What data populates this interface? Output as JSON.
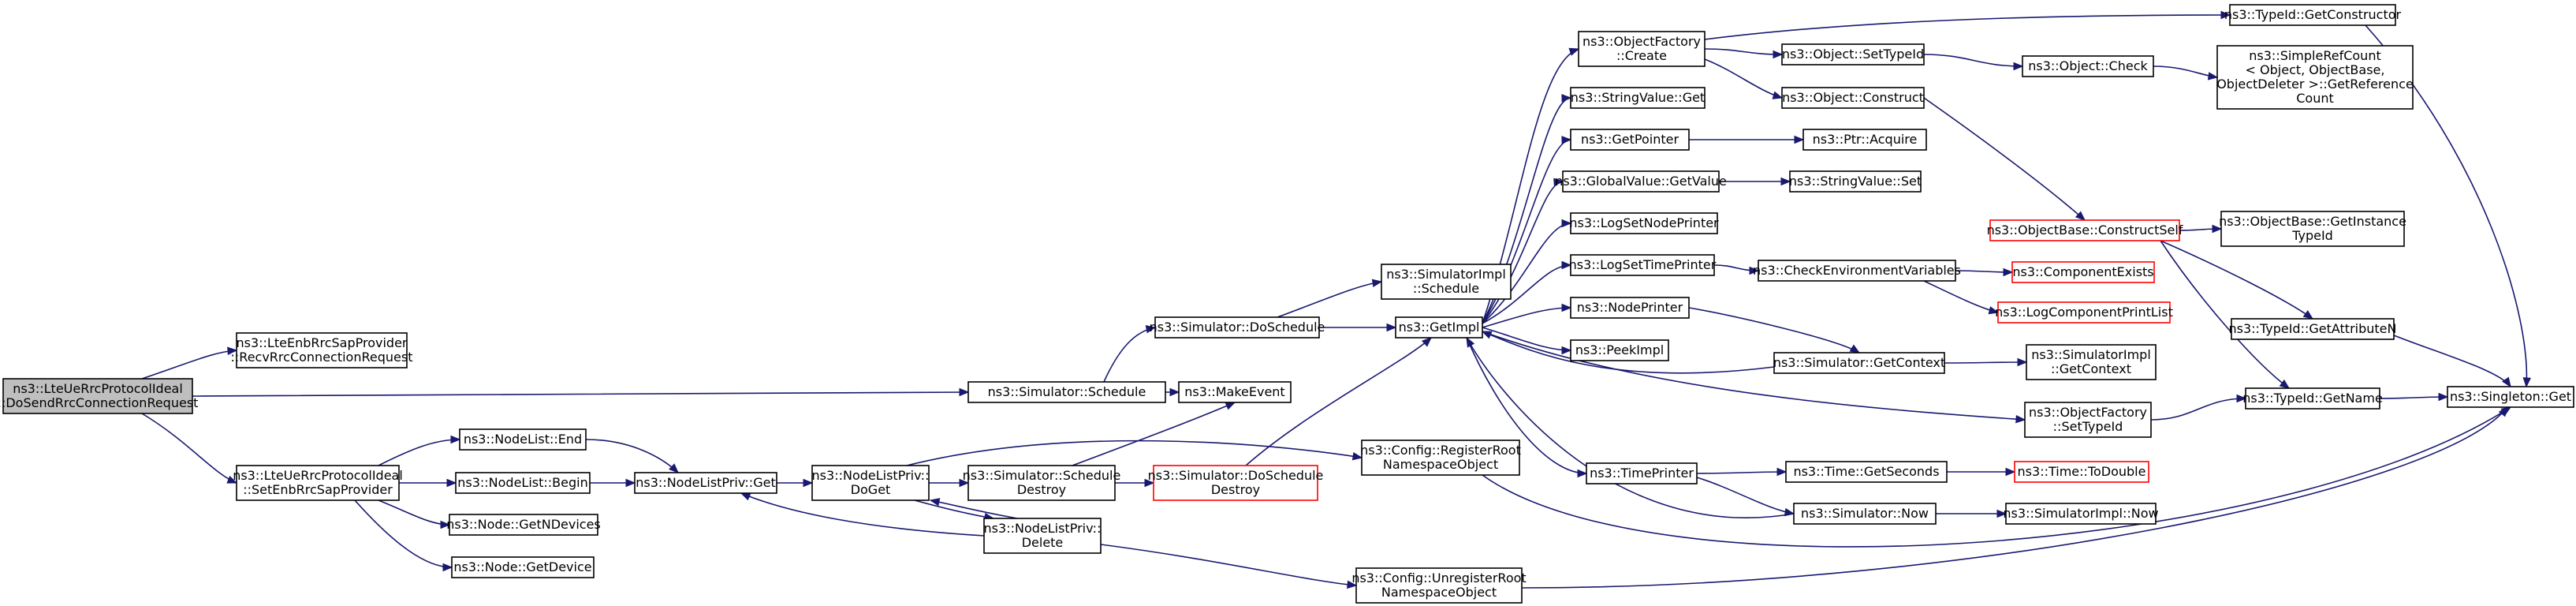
{
  "nodes": {
    "root": [
      "ns3::LteUeRrcProtocolIdeal",
      "::DoSendRrcConnectionRequest"
    ],
    "recvRrc": [
      "ns3::LteEnbRrcSapProvider",
      "::RecvRrcConnectionRequest"
    ],
    "setEnbRrc": [
      "ns3::LteUeRrcProtocolIdeal",
      "::SetEnbRrcSapProvider"
    ],
    "schedule": [
      "ns3::Simulator::Schedule"
    ],
    "makeEvent": [
      "ns3::MakeEvent"
    ],
    "doSchedule": [
      "ns3::Simulator::DoSchedule"
    ],
    "implSchedule": [
      "ns3::SimulatorImpl",
      "::Schedule"
    ],
    "getImpl": [
      "ns3::GetImpl"
    ],
    "nlEnd": [
      "ns3::NodeList::End"
    ],
    "nlBegin": [
      "ns3::NodeList::Begin"
    ],
    "nodeGetN": [
      "ns3::Node::GetNDevices"
    ],
    "nodeGetDev": [
      "ns3::Node::GetDevice"
    ],
    "nlpGet": [
      "ns3::NodeListPriv::Get"
    ],
    "nlpDoGet": [
      "ns3::NodeListPriv::",
      "DoGet"
    ],
    "schedDestroy": [
      "ns3::Simulator::Schedule",
      "Destroy"
    ],
    "doSchedDestroy": [
      "ns3::Simulator::DoSchedule",
      "Destroy"
    ],
    "nlpDelete": [
      "ns3::NodeListPriv::",
      "Delete"
    ],
    "regRoot": [
      "ns3::Config::RegisterRoot",
      "NamespaceObject"
    ],
    "unregRoot": [
      "ns3::Config::UnregisterRoot",
      "NamespaceObject"
    ],
    "ofCreate": [
      "ns3::ObjectFactory",
      "::Create"
    ],
    "strGet": [
      "ns3::StringValue::Get"
    ],
    "getPointer": [
      "ns3::GetPointer"
    ],
    "gvGet": [
      "ns3::GlobalValue::GetValue"
    ],
    "logNode": [
      "ns3::LogSetNodePrinter"
    ],
    "logTime": [
      "ns3::LogSetTimePrinter"
    ],
    "nodePrinter": [
      "ns3::NodePrinter"
    ],
    "peekImpl": [
      "ns3::PeekImpl"
    ],
    "timePrinter": [
      "ns3::TimePrinter"
    ],
    "setTypeId": [
      "ns3::Object::SetTypeId"
    ],
    "construct": [
      "ns3::Object::Construct"
    ],
    "ptrAcquire": [
      "ns3::Ptr::Acquire"
    ],
    "strSet": [
      "ns3::StringValue::Set"
    ],
    "checkEnv": [
      "ns3::CheckEnvironmentVariables"
    ],
    "simGetCtx": [
      "ns3::Simulator::GetContext"
    ],
    "ofSetTypeId": [
      "ns3::ObjectFactory",
      "::SetTypeId"
    ],
    "timeGetSec": [
      "ns3::Time::GetSeconds"
    ],
    "simNow": [
      "ns3::Simulator::Now"
    ],
    "getCtor": [
      "ns3::TypeId::GetConstructor"
    ],
    "objCheck": [
      "ns3::Object::Check"
    ],
    "simpleRef": [
      "ns3::SimpleRefCount",
      "< Object, ObjectBase,",
      "ObjectDeleter >::GetReference",
      "Count"
    ],
    "constructSelf": [
      "ns3::ObjectBase::ConstructSelf"
    ],
    "compExists": [
      "ns3::ComponentExists"
    ],
    "logCompPrint": [
      "ns3::LogComponentPrintList"
    ],
    "implGetCtx": [
      "ns3::SimulatorImpl",
      "::GetContext"
    ],
    "toDouble": [
      "ns3::Time::ToDouble"
    ],
    "implNow": [
      "ns3::SimulatorImpl::Now"
    ],
    "getInstTid": [
      "ns3::ObjectBase::GetInstance",
      "TypeId"
    ],
    "getAttrN": [
      "ns3::TypeId::GetAttributeN"
    ],
    "getName": [
      "ns3::TypeId::GetName"
    ],
    "singletonGet": [
      "ns3::Singleton::Get"
    ]
  }
}
